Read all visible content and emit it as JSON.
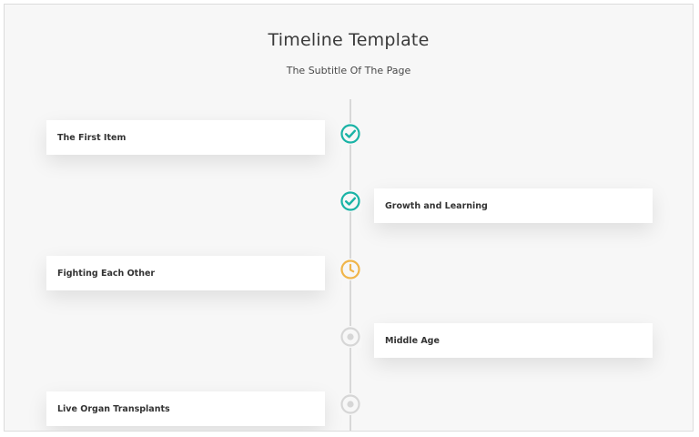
{
  "page": {
    "title": "Timeline Template",
    "subtitle": "The Subtitle Of The Page"
  },
  "colors": {
    "completed": "#1ab3a6",
    "in_progress": "#f0b54a",
    "pending": "#d6d6d6"
  },
  "timeline": {
    "items": [
      {
        "label": "The First Item",
        "status": "completed",
        "icon": "check-circle-icon"
      },
      {
        "label": "Growth and Learning",
        "status": "completed",
        "icon": "check-circle-icon"
      },
      {
        "label": "Fighting Each Other",
        "status": "in-progress",
        "icon": "clock-icon"
      },
      {
        "label": "Middle Age",
        "status": "pending",
        "icon": "dot-circle-icon"
      },
      {
        "label": "Live Organ Transplants",
        "status": "pending",
        "icon": "dot-circle-icon"
      }
    ]
  }
}
